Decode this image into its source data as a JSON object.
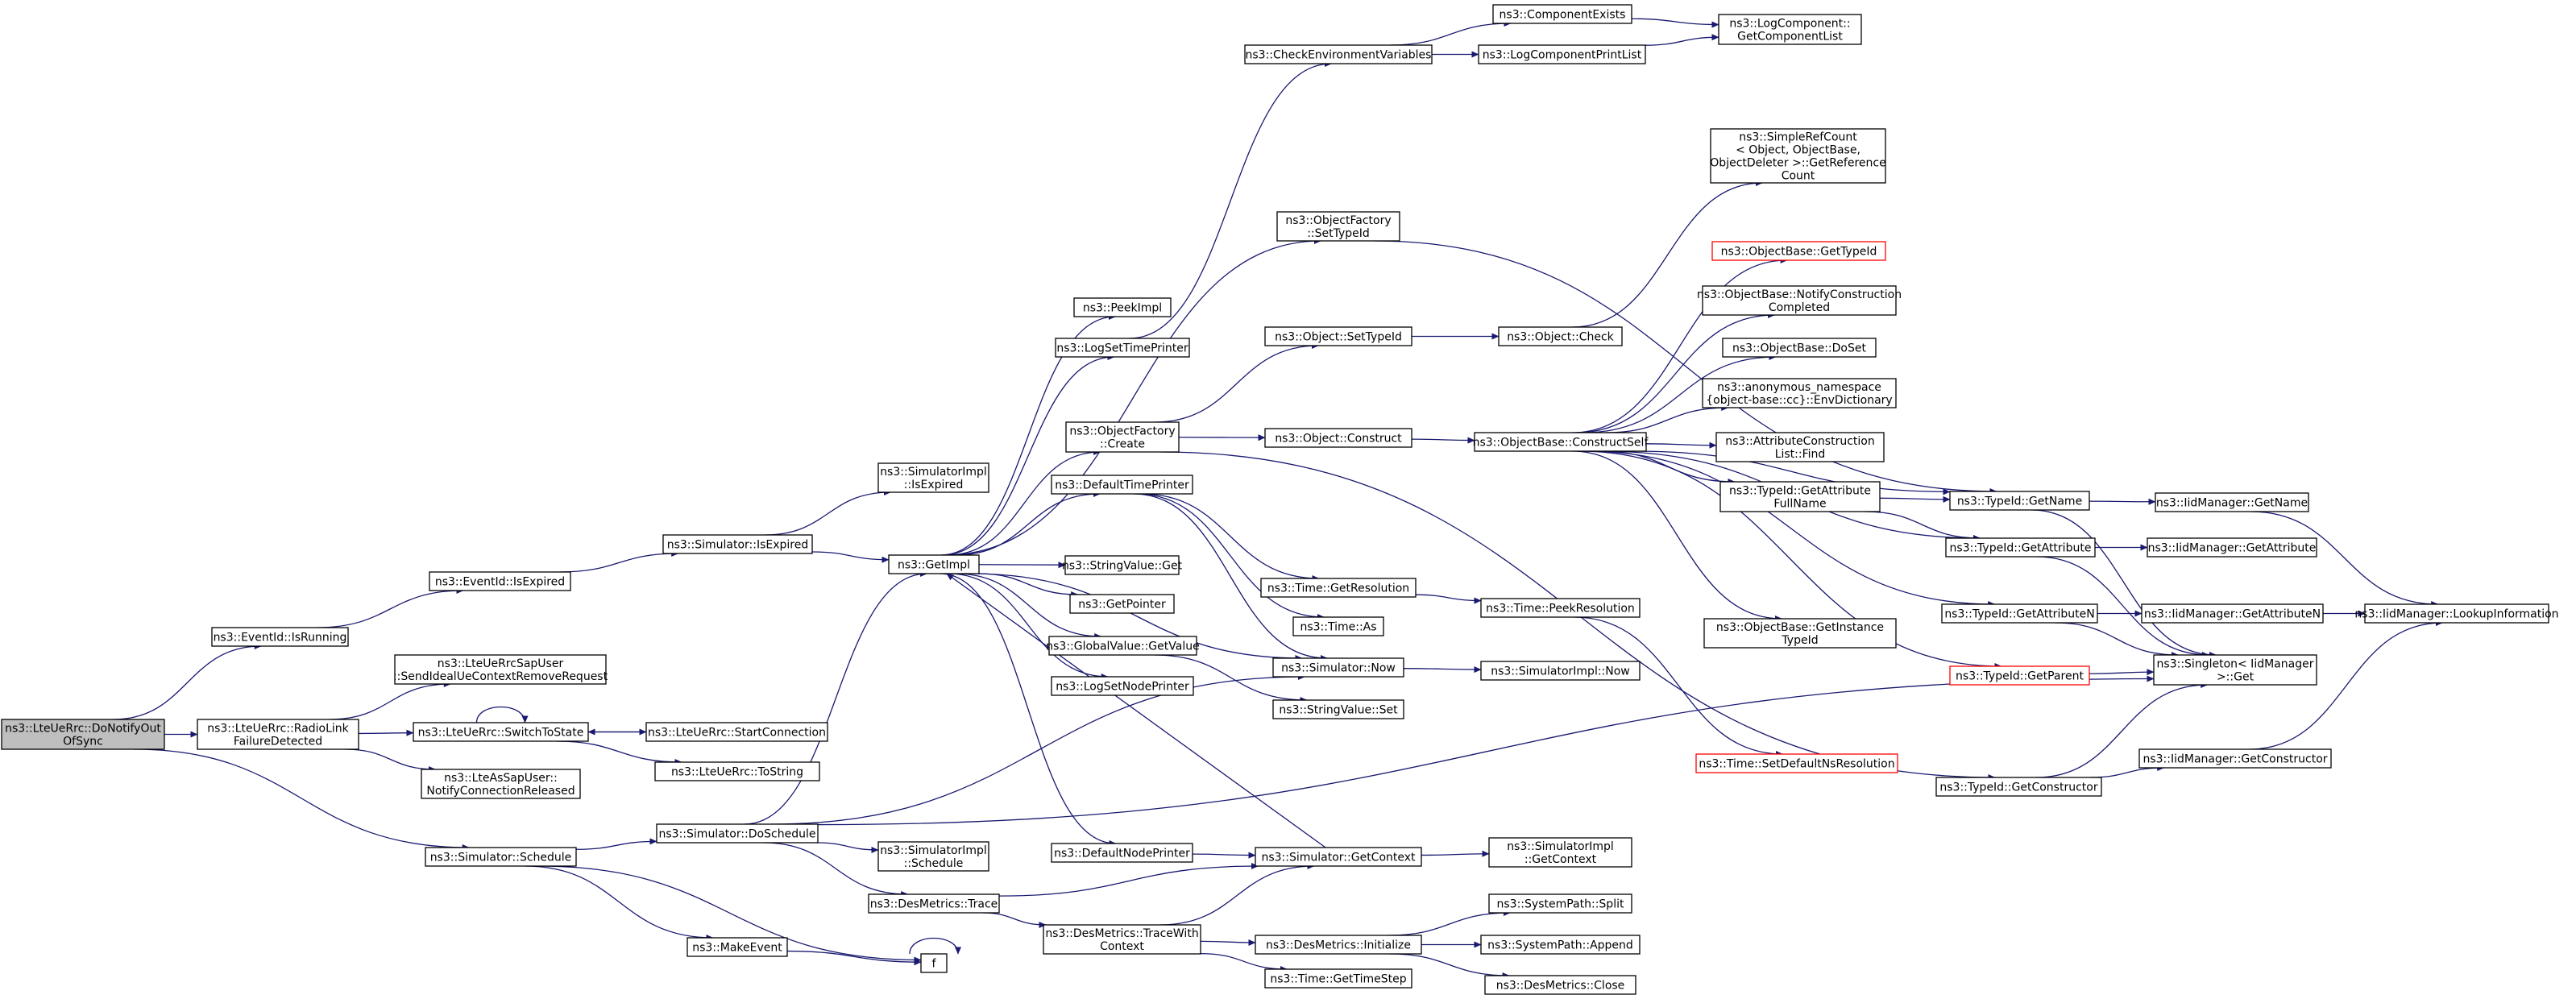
{
  "graph": {
    "colors": {
      "edge": "#191970",
      "node_border": "#000000",
      "root_fill": "#bfbfbf",
      "truncated_border": "#ff0000"
    },
    "nodes": [
      {
        "id": "root",
        "lines": [
          "ns3::LteUeRrc::DoNotifyOut",
          "OfSync"
        ],
        "style": "root"
      },
      {
        "id": "isRunning",
        "lines": [
          "ns3::EventId::IsRunning"
        ]
      },
      {
        "id": "rlf",
        "lines": [
          "ns3::LteUeRrc::RadioLink",
          "FailureDetected"
        ]
      },
      {
        "id": "schedule",
        "lines": [
          "ns3::Simulator::Schedule"
        ]
      },
      {
        "id": "isExpiredEv",
        "lines": [
          "ns3::EventId::IsExpired"
        ]
      },
      {
        "id": "sendIdeal",
        "lines": [
          "ns3::LteUeRrcSapUser",
          "::SendIdealUeContextRemoveRequest"
        ]
      },
      {
        "id": "switchToState",
        "lines": [
          "ns3::LteUeRrc::SwitchToState"
        ]
      },
      {
        "id": "notifyConn",
        "lines": [
          "ns3::LteAsSapUser::",
          "NotifyConnectionReleased"
        ]
      },
      {
        "id": "startConn",
        "lines": [
          "ns3::LteUeRrc::StartConnection"
        ]
      },
      {
        "id": "toString",
        "lines": [
          "ns3::LteUeRrc::ToString"
        ]
      },
      {
        "id": "isExpiredSim",
        "lines": [
          "ns3::Simulator::IsExpired"
        ]
      },
      {
        "id": "doSchedule",
        "lines": [
          "ns3::Simulator::DoSchedule"
        ]
      },
      {
        "id": "makeEvent",
        "lines": [
          "ns3::MakeEvent"
        ]
      },
      {
        "id": "f",
        "lines": [
          "f"
        ]
      },
      {
        "id": "implIsExpired",
        "lines": [
          "ns3::SimulatorImpl",
          "::IsExpired"
        ]
      },
      {
        "id": "getImpl",
        "lines": [
          "ns3::GetImpl"
        ]
      },
      {
        "id": "implSchedule",
        "lines": [
          "ns3::SimulatorImpl",
          "::Schedule"
        ]
      },
      {
        "id": "desTrace",
        "lines": [
          "ns3::DesMetrics::Trace"
        ]
      },
      {
        "id": "peekImpl",
        "lines": [
          "ns3::PeekImpl"
        ]
      },
      {
        "id": "logSetTime",
        "lines": [
          "ns3::LogSetTimePrinter"
        ]
      },
      {
        "id": "ofCreate",
        "lines": [
          "ns3::ObjectFactory",
          "::Create"
        ]
      },
      {
        "id": "defTimePrinter",
        "lines": [
          "ns3::DefaultTimePrinter"
        ]
      },
      {
        "id": "svGet",
        "lines": [
          "ns3::StringValue::Get"
        ]
      },
      {
        "id": "getPointer",
        "lines": [
          "ns3::GetPointer"
        ]
      },
      {
        "id": "gvGetValue",
        "lines": [
          "ns3::GlobalValue::GetValue"
        ]
      },
      {
        "id": "logSetNode",
        "lines": [
          "ns3::LogSetNodePrinter"
        ]
      },
      {
        "id": "defNodePrinter",
        "lines": [
          "ns3::DefaultNodePrinter"
        ]
      },
      {
        "id": "traceWith",
        "lines": [
          "ns3::DesMetrics::TraceWith",
          "Context"
        ]
      },
      {
        "id": "checkEnv",
        "lines": [
          "ns3::CheckEnvironmentVariables"
        ]
      },
      {
        "id": "ofSetTypeId",
        "lines": [
          "ns3::ObjectFactory",
          "::SetTypeId"
        ]
      },
      {
        "id": "objSetTypeId",
        "lines": [
          "ns3::Object::SetTypeId"
        ]
      },
      {
        "id": "objConstruct",
        "lines": [
          "ns3::Object::Construct"
        ]
      },
      {
        "id": "timeGetRes",
        "lines": [
          "ns3::Time::GetResolution"
        ]
      },
      {
        "id": "timeAs",
        "lines": [
          "ns3::Time::As"
        ]
      },
      {
        "id": "simNow",
        "lines": [
          "ns3::Simulator::Now"
        ]
      },
      {
        "id": "svSet",
        "lines": [
          "ns3::StringValue::Set"
        ]
      },
      {
        "id": "simGetContext",
        "lines": [
          "ns3::Simulator::GetContext"
        ]
      },
      {
        "id": "desInit",
        "lines": [
          "ns3::DesMetrics::Initialize"
        ]
      },
      {
        "id": "timeGetStep",
        "lines": [
          "ns3::Time::GetTimeStep"
        ]
      },
      {
        "id": "compExists",
        "lines": [
          "ns3::ComponentExists"
        ]
      },
      {
        "id": "logCompPrint",
        "lines": [
          "ns3::LogComponentPrintList"
        ]
      },
      {
        "id": "objCheck",
        "lines": [
          "ns3::Object::Check"
        ]
      },
      {
        "id": "constructSelf",
        "lines": [
          "ns3::ObjectBase::ConstructSelf"
        ]
      },
      {
        "id": "timePeekRes",
        "lines": [
          "ns3::Time::PeekResolution"
        ]
      },
      {
        "id": "implNow",
        "lines": [
          "ns3::SimulatorImpl::Now"
        ]
      },
      {
        "id": "implGetContext",
        "lines": [
          "ns3::SimulatorImpl",
          "::GetContext"
        ]
      },
      {
        "id": "spSplit",
        "lines": [
          "ns3::SystemPath::Split"
        ]
      },
      {
        "id": "spAppend",
        "lines": [
          "ns3::SystemPath::Append"
        ]
      },
      {
        "id": "desClose",
        "lines": [
          "ns3::DesMetrics::Close"
        ]
      },
      {
        "id": "logCompGetList",
        "lines": [
          "ns3::LogComponent::",
          "GetComponentList"
        ]
      },
      {
        "id": "simpleRef",
        "lines": [
          "ns3::SimpleRefCount",
          "< Object, ObjectBase,",
          "ObjectDeleter >::GetReference",
          "Count"
        ]
      },
      {
        "id": "obGetTypeId",
        "lines": [
          "ns3::ObjectBase::GetTypeId"
        ],
        "style": "red"
      },
      {
        "id": "obNotify",
        "lines": [
          "ns3::ObjectBase::NotifyConstruction",
          "Completed"
        ]
      },
      {
        "id": "obDoSet",
        "lines": [
          "ns3::ObjectBase::DoSet"
        ]
      },
      {
        "id": "envDict",
        "lines": [
          "ns3::anonymous_namespace",
          "{object-base::cc}::EnvDictionary"
        ]
      },
      {
        "id": "acFind",
        "lines": [
          "ns3::AttributeConstruction",
          "List::Find"
        ]
      },
      {
        "id": "tidGetAttrFull",
        "lines": [
          "ns3::TypeId::GetAttribute",
          "FullName"
        ]
      },
      {
        "id": "obGetInstTid",
        "lines": [
          "ns3::ObjectBase::GetInstance",
          "TypeId"
        ]
      },
      {
        "id": "timeSetDefRes",
        "lines": [
          "ns3::Time::SetDefaultNsResolution"
        ],
        "style": "red"
      },
      {
        "id": "tidGetName",
        "lines": [
          "ns3::TypeId::GetName"
        ]
      },
      {
        "id": "tidGetAttr",
        "lines": [
          "ns3::TypeId::GetAttribute"
        ]
      },
      {
        "id": "tidGetAttrN",
        "lines": [
          "ns3::TypeId::GetAttributeN"
        ]
      },
      {
        "id": "tidGetParent",
        "lines": [
          "ns3::TypeId::GetParent"
        ],
        "style": "red"
      },
      {
        "id": "tidGetCtor",
        "lines": [
          "ns3::TypeId::GetConstructor"
        ]
      },
      {
        "id": "iidGetName",
        "lines": [
          "ns3::IidManager::GetName"
        ]
      },
      {
        "id": "iidGetAttr",
        "lines": [
          "ns3::IidManager::GetAttribute"
        ]
      },
      {
        "id": "iidGetAttrN",
        "lines": [
          "ns3::IidManager::GetAttributeN"
        ]
      },
      {
        "id": "singletonGet",
        "lines": [
          "ns3::Singleton< IidManager",
          ">::Get"
        ]
      },
      {
        "id": "iidGetCtor",
        "lines": [
          "ns3::IidManager::GetConstructor"
        ]
      },
      {
        "id": "iidLookup",
        "lines": [
          "ns3::IidManager::LookupInformation"
        ]
      }
    ],
    "edges": [
      [
        "root",
        "isRunning"
      ],
      [
        "root",
        "rlf"
      ],
      [
        "root",
        "schedule"
      ],
      [
        "isRunning",
        "isExpiredEv"
      ],
      [
        "isExpiredEv",
        "isExpiredSim"
      ],
      [
        "rlf",
        "sendIdeal"
      ],
      [
        "rlf",
        "switchToState"
      ],
      [
        "rlf",
        "notifyConn"
      ],
      [
        "switchToState",
        "switchToState"
      ],
      [
        "switchToState",
        "startConn"
      ],
      [
        "switchToState",
        "toString"
      ],
      [
        "startConn",
        "switchToState"
      ],
      [
        "schedule",
        "doSchedule"
      ],
      [
        "schedule",
        "makeEvent"
      ],
      [
        "schedule",
        "f"
      ],
      [
        "makeEvent",
        "f"
      ],
      [
        "f",
        "f"
      ],
      [
        "isExpiredSim",
        "implIsExpired"
      ],
      [
        "isExpiredSim",
        "getImpl"
      ],
      [
        "doSchedule",
        "getImpl"
      ],
      [
        "doSchedule",
        "implSchedule"
      ],
      [
        "doSchedule",
        "desTrace"
      ],
      [
        "doSchedule",
        "simNow"
      ],
      [
        "doSchedule",
        "singletonGet"
      ],
      [
        "desTrace",
        "traceWith"
      ],
      [
        "desTrace",
        "simGetContext"
      ],
      [
        "traceWith",
        "simGetContext"
      ],
      [
        "traceWith",
        "desInit"
      ],
      [
        "traceWith",
        "timeGetStep"
      ],
      [
        "getImpl",
        "peekImpl"
      ],
      [
        "getImpl",
        "logSetTime"
      ],
      [
        "getImpl",
        "ofCreate"
      ],
      [
        "getImpl",
        "defTimePrinter"
      ],
      [
        "getImpl",
        "svGet"
      ],
      [
        "getImpl",
        "getPointer"
      ],
      [
        "getImpl",
        "gvGetValue"
      ],
      [
        "getImpl",
        "logSetNode"
      ],
      [
        "getImpl",
        "defNodePrinter"
      ],
      [
        "getImpl",
        "simNow"
      ],
      [
        "getImpl",
        "ofSetTypeId"
      ],
      [
        "logSetTime",
        "checkEnv"
      ],
      [
        "ofCreate",
        "objSetTypeId"
      ],
      [
        "ofCreate",
        "objConstruct"
      ],
      [
        "ofCreate",
        "tidGetCtor"
      ],
      [
        "defTimePrinter",
        "timeGetRes"
      ],
      [
        "defTimePrinter",
        "timeAs"
      ],
      [
        "defTimePrinter",
        "simNow"
      ],
      [
        "gvGetValue",
        "svSet"
      ],
      [
        "defNodePrinter",
        "simGetContext"
      ],
      [
        "simGetContext",
        "getImpl"
      ],
      [
        "simGetContext",
        "implGetContext"
      ],
      [
        "simNow",
        "implNow"
      ],
      [
        "timeGetRes",
        "timePeekRes"
      ],
      [
        "timePeekRes",
        "timeSetDefRes"
      ],
      [
        "checkEnv",
        "compExists"
      ],
      [
        "checkEnv",
        "logCompPrint"
      ],
      [
        "compExists",
        "logCompGetList"
      ],
      [
        "logCompPrint",
        "logCompGetList"
      ],
      [
        "ofSetTypeId",
        "tidGetName"
      ],
      [
        "objSetTypeId",
        "objCheck"
      ],
      [
        "objCheck",
        "simpleRef"
      ],
      [
        "objConstruct",
        "constructSelf"
      ],
      [
        "constructSelf",
        "obGetTypeId"
      ],
      [
        "constructSelf",
        "obNotify"
      ],
      [
        "constructSelf",
        "obDoSet"
      ],
      [
        "constructSelf",
        "envDict"
      ],
      [
        "constructSelf",
        "acFind"
      ],
      [
        "constructSelf",
        "tidGetAttrFull"
      ],
      [
        "constructSelf",
        "obGetInstTid"
      ],
      [
        "constructSelf",
        "tidGetName"
      ],
      [
        "constructSelf",
        "tidGetAttr"
      ],
      [
        "constructSelf",
        "tidGetAttrN"
      ],
      [
        "constructSelf",
        "tidGetParent"
      ],
      [
        "tidGetAttrFull",
        "tidGetName"
      ],
      [
        "tidGetAttrFull",
        "tidGetAttr"
      ],
      [
        "tidGetName",
        "iidGetName"
      ],
      [
        "tidGetName",
        "singletonGet"
      ],
      [
        "tidGetAttr",
        "iidGetAttr"
      ],
      [
        "tidGetAttr",
        "singletonGet"
      ],
      [
        "tidGetAttrN",
        "iidGetAttrN"
      ],
      [
        "tidGetAttrN",
        "singletonGet"
      ],
      [
        "tidGetParent",
        "singletonGet"
      ],
      [
        "tidGetCtor",
        "iidGetCtor"
      ],
      [
        "tidGetCtor",
        "singletonGet"
      ],
      [
        "iidGetName",
        "iidLookup"
      ],
      [
        "iidGetAttrN",
        "iidLookup"
      ],
      [
        "iidGetCtor",
        "iidLookup"
      ],
      [
        "desInit",
        "spSplit"
      ],
      [
        "desInit",
        "spAppend"
      ],
      [
        "desInit",
        "desClose"
      ]
    ]
  }
}
